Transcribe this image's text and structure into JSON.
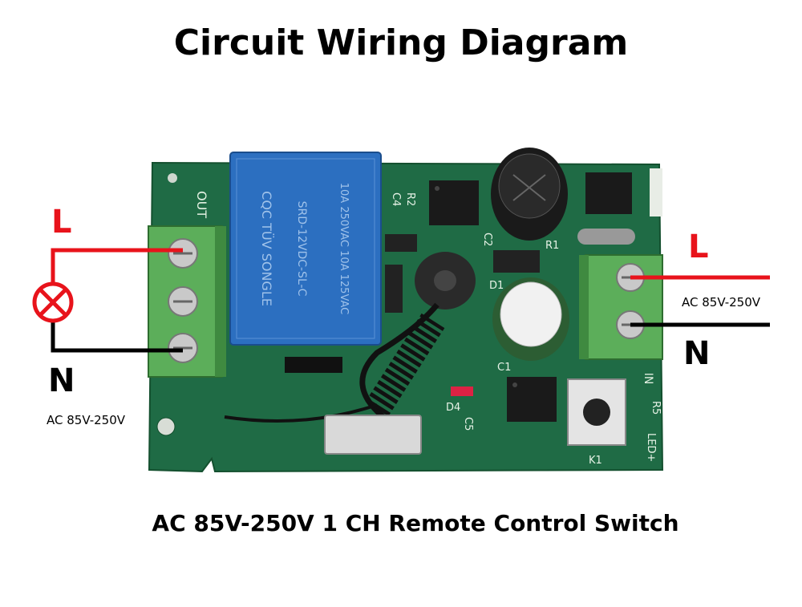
{
  "title": "Circuit Wiring Diagram",
  "caption": "AC 85V-250V 1 CH Remote Control Switch",
  "left_side": {
    "live_label": "L",
    "neutral_label": "N",
    "voltage_label": "AC 85V-250V"
  },
  "right_side": {
    "live_label": "L",
    "neutral_label": "N",
    "voltage_label": "AC 85V-250V"
  },
  "board_markings": {
    "out_label": "OUT",
    "in_label": "IN",
    "relay_text_1": "CQC  TÜV  SONGLE",
    "relay_text_2": "SRD-12VDC-SL-C",
    "relay_text_3": "10A 250VAC 10A 125VAC",
    "c1": "C1",
    "c2": "C2",
    "c4": "C4",
    "r1": "R1",
    "r2": "R2",
    "r5": "R5",
    "d1": "D1",
    "d4": "D4",
    "c5": "C5",
    "k1": "K1",
    "led_plus": "LED+"
  },
  "colors": {
    "live_wire": "#e8131b",
    "neutral_wire": "#000000",
    "pcb": "#1f6b45",
    "relay": "#2c6fc0",
    "terminal": "#5cae5a"
  }
}
